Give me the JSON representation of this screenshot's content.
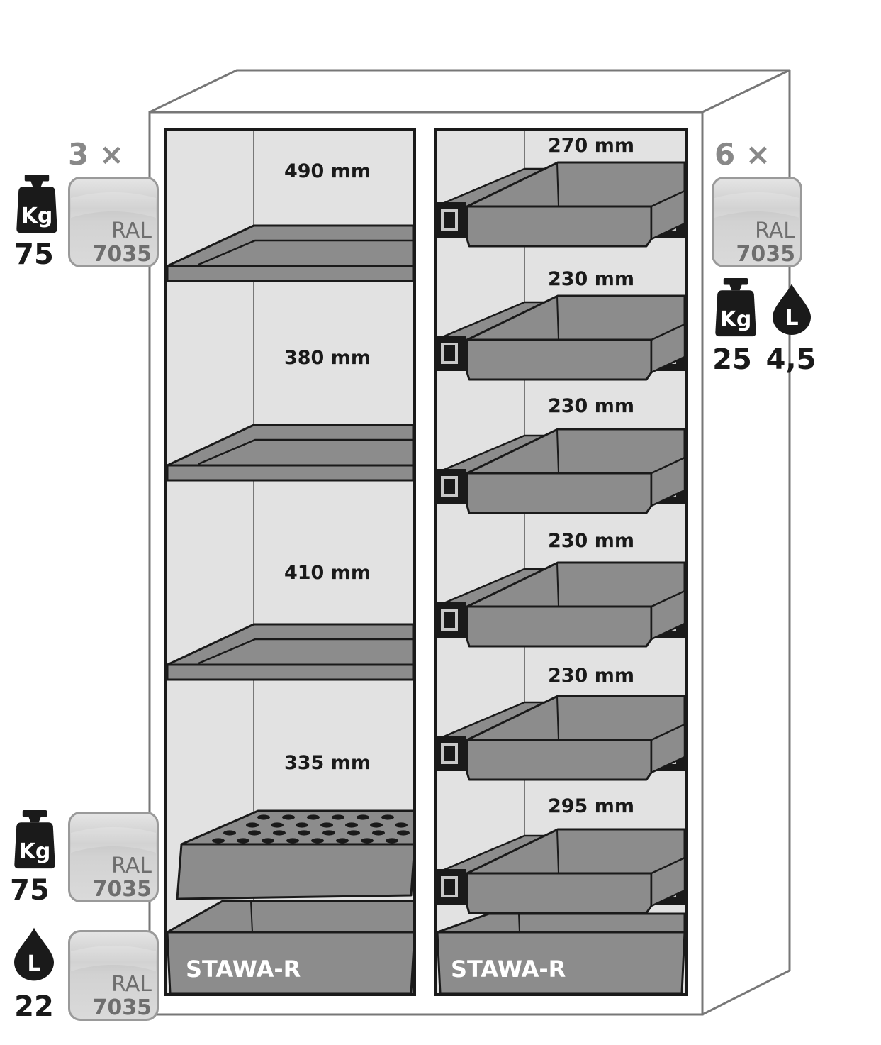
{
  "colors": {
    "outline": "#1a1a1a",
    "cabinet_body": "#ffffff",
    "compartment_bg": "#e2e2e2",
    "shelf_gray": "#8c8c8c",
    "swatch_ral7035": "#d3d3d3",
    "label_gray": "#888888"
  },
  "icons": {
    "weight": "weight-kg-icon",
    "liquid": "liquid-drop-icon",
    "arrow": "arrow-down-icon"
  },
  "left": {
    "count": "3 ×",
    "shelf": {
      "weight_label": "Kg",
      "weight_value": "75",
      "ral_label": "RAL",
      "ral_code": "7035"
    },
    "insert": {
      "weight_label": "Kg",
      "weight_value": "75",
      "ral_label": "RAL",
      "ral_code": "7035"
    },
    "sump": {
      "liquid_label": "L",
      "liquid_value": "22",
      "ral_label": "RAL",
      "ral_code": "7035"
    },
    "heights": [
      "490 mm",
      "380 mm",
      "410 mm",
      "335 mm"
    ],
    "sump_name": "STAWA-R"
  },
  "right": {
    "count": "6 ×",
    "ral_label": "RAL",
    "ral_code": "7035",
    "weight_label": "Kg",
    "weight_value": "25",
    "liquid_label": "L",
    "liquid_value": "4,5",
    "heights": [
      "270 mm",
      "230 mm",
      "230 mm",
      "230 mm",
      "230 mm",
      "295 mm"
    ],
    "sump_name": "STAWA-R"
  }
}
